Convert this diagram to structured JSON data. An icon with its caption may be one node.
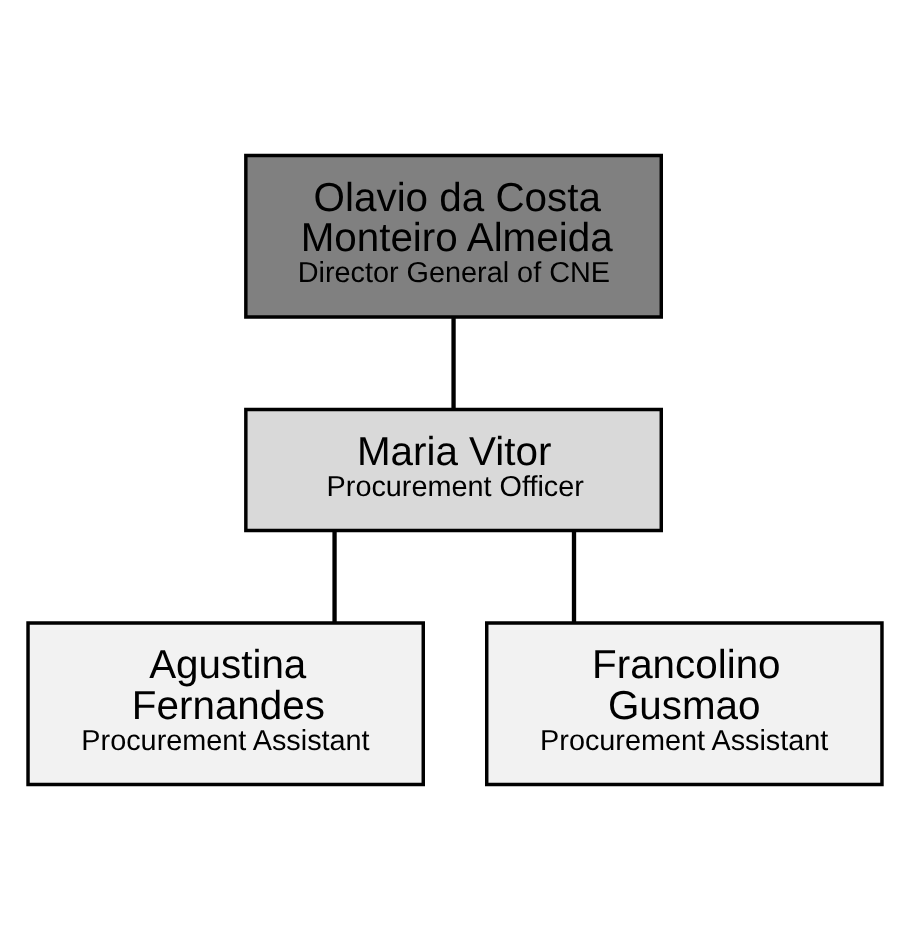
{
  "diagram": {
    "nodes": [
      {
        "text": [
          "Olavio da Costa Monteiro Almeida",
          "Director General of CNE"
        ]
      },
      {
        "text": [
          "Maria Vitor",
          "Procurement Officer"
        ]
      },
      {
        "text": [
          "Agustina Fernandes",
          "Procurement Assistant"
        ]
      },
      {
        "text": [
          "Francolino Gusmao",
          "Procurement Assistant"
        ]
      }
    ],
    "edges": [
      {
        "from": 0,
        "to": 1,
        "arrow": "none"
      },
      {
        "from": 1,
        "to": 2,
        "arrow": "none"
      },
      {
        "from": 1,
        "to": 3,
        "arrow": "none"
      }
    ]
  }
}
